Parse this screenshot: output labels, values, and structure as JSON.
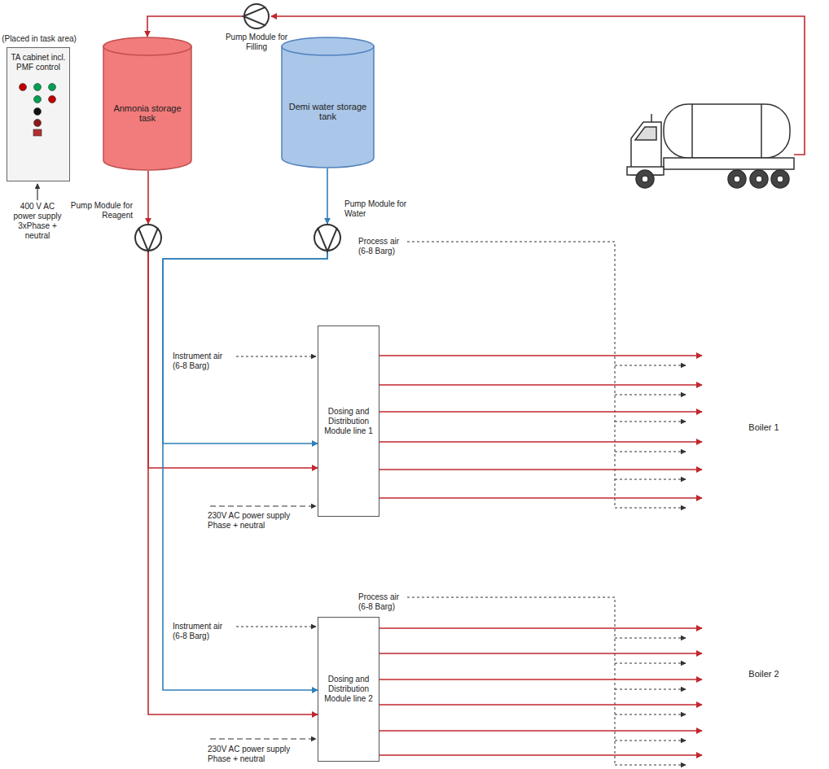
{
  "diagram": {
    "nodes": [
      {
        "text": [
          "Pump Module for Filling"
        ]
      },
      {
        "text": [
          "(Placed in task area)",
          "TA cabinet incl. PMF control"
        ]
      },
      {
        "text": [
          "Anmonia storage task"
        ]
      },
      {
        "text": [
          "Demi water storage tank"
        ]
      },
      {
        "text": [
          "Pump Module for Reagent"
        ]
      },
      {
        "text": [
          "Pump Module for Water"
        ]
      },
      {
        "text": [
          "Dosing and Distribution Module line 1"
        ]
      },
      {
        "text": [
          "Boiler 1"
        ]
      },
      {
        "text": [
          "Dosing and Distribution Module line 2"
        ]
      },
      {
        "text": [
          "Boiler 2"
        ]
      }
    ],
    "edges": [
      {
        "from": 0,
        "to": 2,
        "arrow": "to"
      },
      {
        "from": 2,
        "to": 4,
        "arrow": "to"
      },
      {
        "from": 3,
        "to": 5,
        "arrow": "to"
      },
      {
        "from": 4,
        "to": 6,
        "arrow": "to"
      },
      {
        "from": 4,
        "to": 8,
        "arrow": "to"
      },
      {
        "from": 5,
        "to": 6,
        "arrow": "to"
      },
      {
        "from": 5,
        "to": 8,
        "arrow": "to"
      },
      {
        "from": 6,
        "to": 7,
        "arrow": "to"
      },
      {
        "from": 6,
        "to": 7,
        "arrow": "to"
      },
      {
        "from": 6,
        "to": 7,
        "arrow": "to"
      },
      {
        "from": 6,
        "to": 7,
        "arrow": "to"
      },
      {
        "from": 6,
        "to": 7,
        "arrow": "to"
      },
      {
        "from": 6,
        "to": 7,
        "arrow": "to"
      },
      {
        "from": 8,
        "to": 9,
        "arrow": "to"
      },
      {
        "from": 8,
        "to": 9,
        "arrow": "to"
      },
      {
        "from": 8,
        "to": 9,
        "arrow": "to"
      },
      {
        "from": 8,
        "to": 9,
        "arrow": "to"
      },
      {
        "from": 8,
        "to": 9,
        "arrow": "to"
      },
      {
        "from": 8,
        "to": 9,
        "arrow": "to"
      }
    ],
    "labels": [
      "400 V AC power supply 3xPhase + neutral",
      "Process air (6-8 Barg)",
      "Instrument air (6-8 Barg)",
      "230V AC power supply Phase + neutral",
      "Process air (6-8 Barg)",
      "Instrument air (6-8 Barg)",
      "230V AC power supply Phase + neutral"
    ]
  }
}
